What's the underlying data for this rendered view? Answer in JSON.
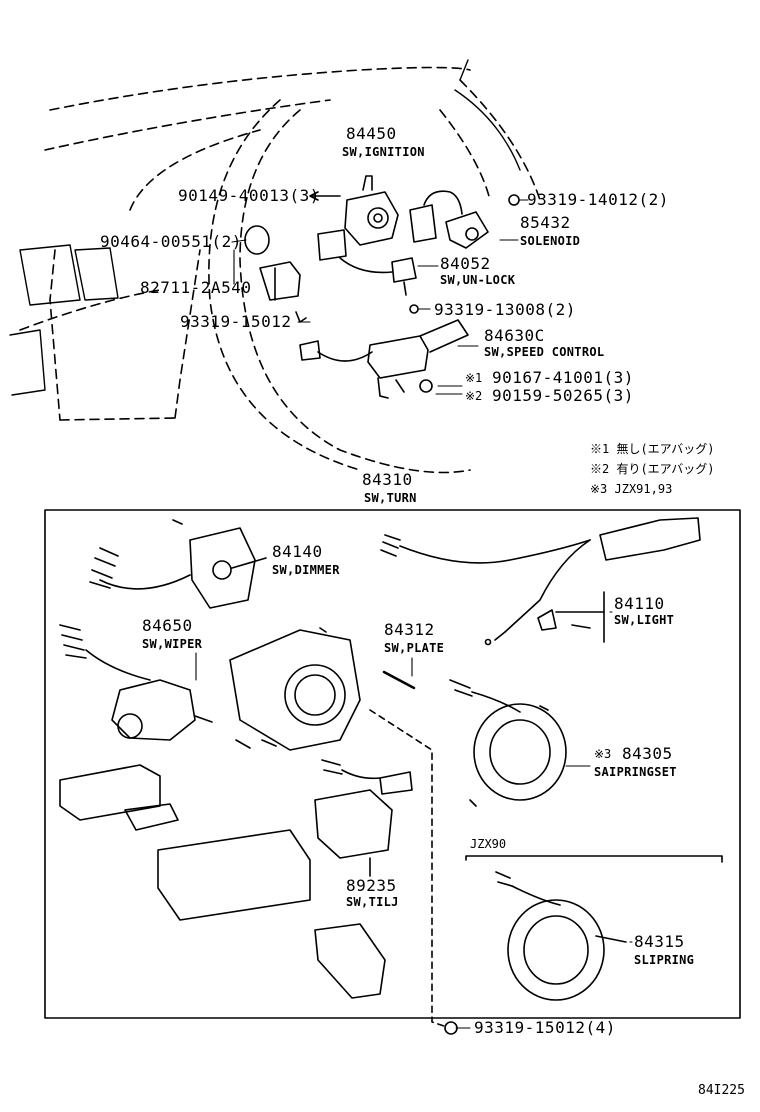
{
  "diagram_code": "84I225",
  "parts": {
    "ignition_no": "84450",
    "ignition_name": "SW,IGNITION",
    "bolt1": "90149-40013(3)",
    "ring": "90464-00551(2)",
    "bracket": "82711-2A540",
    "screw1": "93319-15012",
    "screw2": "93319-14012(2)",
    "solenoid_no": "85432",
    "solenoid_name": "SOLENOID",
    "unlock_no": "84052",
    "unlock_name": "SW,UN-LOCK",
    "screw3": "93319-13008(2)",
    "speed_no": "84630C",
    "speed_name": "SW,SPEED CONTROL",
    "bolt2_mark": "※1",
    "bolt2": "90167-41001(3)",
    "bolt3_mark": "※2",
    "bolt3": "90159-50265(3)",
    "turn_no": "84310",
    "turn_name": "SW,TURN",
    "dimmer_no": "84140",
    "dimmer_name": "SW,DIMMER",
    "light_no": "84110",
    "light_name": "SW,LIGHT",
    "wiper_no": "84650",
    "wiper_name": "SW,WIPER",
    "plate_no": "84312",
    "plate_name": "SW,PLATE",
    "spring_mark": "※3",
    "spring_no": "84305",
    "spring_name": "SAIPRINGSET",
    "jzx90": "JZX90",
    "tilt_no": "89235",
    "tilt_name": "SW,TILJ",
    "slip_no": "84315",
    "slip_name": "SLIPRING",
    "screw4": "93319-15012(4)"
  },
  "notes": {
    "n1": "※1 無し(エアバッグ)",
    "n2": "※2 有り(エアバッグ)",
    "n3": "※3 JZX91,93"
  }
}
